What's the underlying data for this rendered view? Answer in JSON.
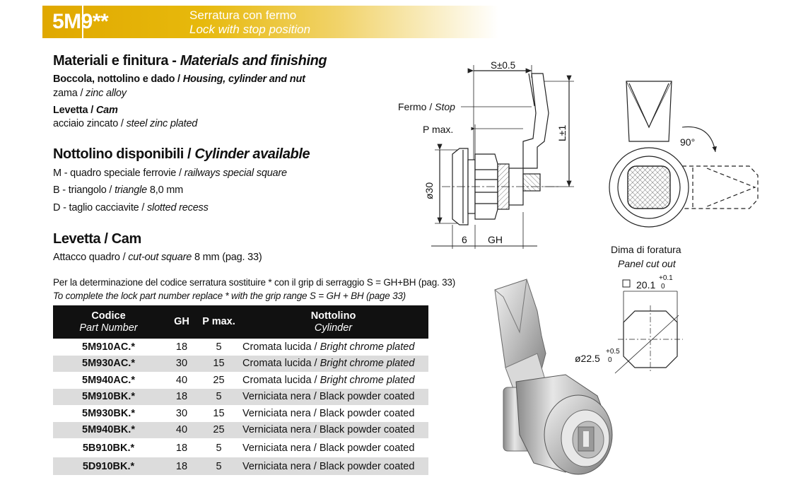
{
  "header": {
    "code": "5M9**",
    "subtitle_it": "Serratura con fermo",
    "subtitle_en": "Lock with stop position"
  },
  "materials": {
    "title_it": "Materiali e finitura - ",
    "title_en": "Materials and finishing",
    "housing_it": "Boccola, nottolino e dado / ",
    "housing_en": "Housing, cylinder and nut",
    "housing_mat_it": "zama / ",
    "housing_mat_en": "zinc alloy",
    "cam_it": "Levetta / ",
    "cam_en": "Cam",
    "cam_mat_it": "acciaio zincato / ",
    "cam_mat_en": "steel zinc plated"
  },
  "cylinders": {
    "title_it": "Nottolino disponibili / ",
    "title_en": "Cylinder available",
    "m_it": "M - quadro speciale ferrovie / ",
    "m_en": "railways special square",
    "b_it": "B - triangolo / ",
    "b_en": "triangle",
    "b_tail": " 8,0 mm",
    "d_it": "D - taglio cacciavite / ",
    "d_en": "slotted recess"
  },
  "cam": {
    "title": "Levetta / Cam",
    "text_it": "Attacco quadro / ",
    "text_en": "cut-out square",
    "text_tail": " 8 mm (pag. 33)"
  },
  "notes": {
    "it": "Per la determinazione del codice serratura sostituire  *  con il grip di serraggio S = GH+BH (pag. 33)",
    "en": "To complete the lock part number replace * with the grip range S = GH + BH (page 33)"
  },
  "table": {
    "headers": {
      "code_it": "Codice",
      "code_en": "Part Number",
      "gh": "GH",
      "pmax": "P max.",
      "cyl_it": "Nottolino",
      "cyl_en": "Cylinder"
    },
    "rows": [
      {
        "code": "5M910AC.*",
        "gh": "18",
        "p": "5",
        "cyl_it": "Cromata lucida / ",
        "cyl_en": "Bright chrome plated"
      },
      {
        "code": "5M930AC.*",
        "gh": "30",
        "p": "15",
        "cyl_it": "Cromata lucida / ",
        "cyl_en": "Bright chrome plated"
      },
      {
        "code": "5M940AC.*",
        "gh": "40",
        "p": "25",
        "cyl_it": "Cromata lucida / ",
        "cyl_en": "Bright chrome plated"
      },
      {
        "code": "5M910BK.*",
        "gh": "18",
        "p": "5",
        "cyl_it": "Verniciata nera / Black powder coated",
        "cyl_en": ""
      },
      {
        "code": "5M930BK.*",
        "gh": "30",
        "p": "15",
        "cyl_it": "Verniciata nera / Black powder coated",
        "cyl_en": ""
      },
      {
        "code": "5M940BK.*",
        "gh": "40",
        "p": "25",
        "cyl_it": "Verniciata nera / Black powder coated",
        "cyl_en": ""
      },
      {
        "code": "5B910BK.*",
        "gh": "18",
        "p": "5",
        "cyl_it": "Verniciata nera / Black powder coated",
        "cyl_en": ""
      },
      {
        "code": "5D910BK.*",
        "gh": "18",
        "p": "5",
        "cyl_it": "Verniciata nera / Black powder coated",
        "cyl_en": ""
      }
    ]
  },
  "drawing": {
    "s_dim": "S±0.5",
    "stop_it": "Fermo / ",
    "stop_en": "Stop",
    "pmax": "P max.",
    "l_dim": "L±1",
    "dia30": "ø30",
    "dim6": "6",
    "gh": "GH",
    "angle": "90°",
    "cutout_it": "Dima di foratura",
    "cutout_en": "Panel cut out",
    "sq": "20.1",
    "sq_tol_up": "+0.1",
    "sq_tol_low": "0",
    "dia": "ø22.5",
    "dia_tol_up": "+0.5",
    "dia_tol_low": "0"
  }
}
